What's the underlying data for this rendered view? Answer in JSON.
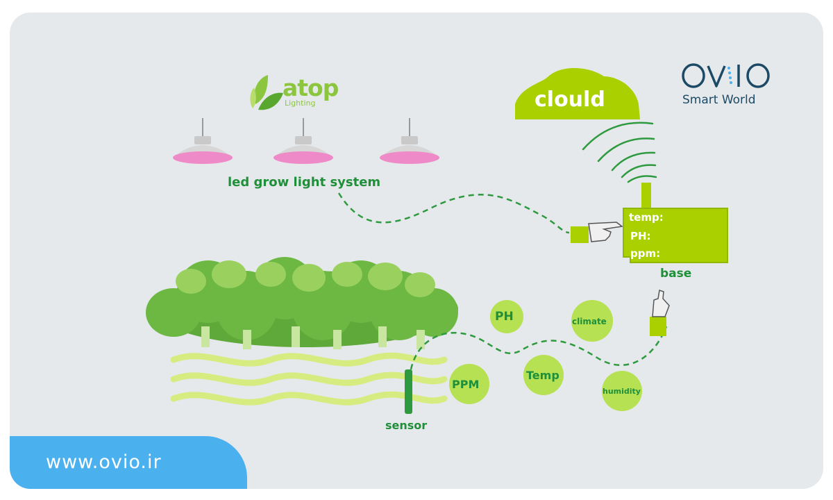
{
  "brand": {
    "name": "OVIO",
    "tagline": "Smart World",
    "website": "www.ovio.ir"
  },
  "partner_logo": {
    "name": "atop",
    "sub": "Lighting"
  },
  "labels": {
    "cloud": "clould",
    "lights": "led grow light system",
    "base": "base",
    "sensor": "sensor"
  },
  "base_readings": [
    "temp:",
    "PH:",
    "ppm:"
  ],
  "circles": {
    "ph": "PH",
    "climate": "climate",
    "ppm": "PPM",
    "temp": "Temp",
    "humidity": "humidity"
  },
  "colors": {
    "lime": "#aad000",
    "light_lime": "#b6e152",
    "dark_green": "#1f8f3a",
    "blue": "#4bb0ee",
    "navy": "#1c4a66",
    "pink": "#e97fc1"
  }
}
